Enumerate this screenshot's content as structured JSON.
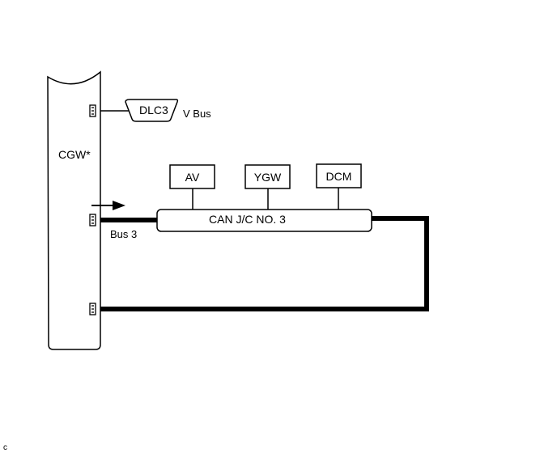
{
  "gateway": {
    "label": "CGW*"
  },
  "dlc": {
    "label": "DLC3",
    "bus_label": "V Bus"
  },
  "junction": {
    "label": "CAN J/C NO. 3"
  },
  "ecus": [
    {
      "label": "AV"
    },
    {
      "label": "YGW"
    },
    {
      "label": "DCM"
    }
  ],
  "bus": {
    "label": "Bus 3"
  },
  "figure_code": "c"
}
